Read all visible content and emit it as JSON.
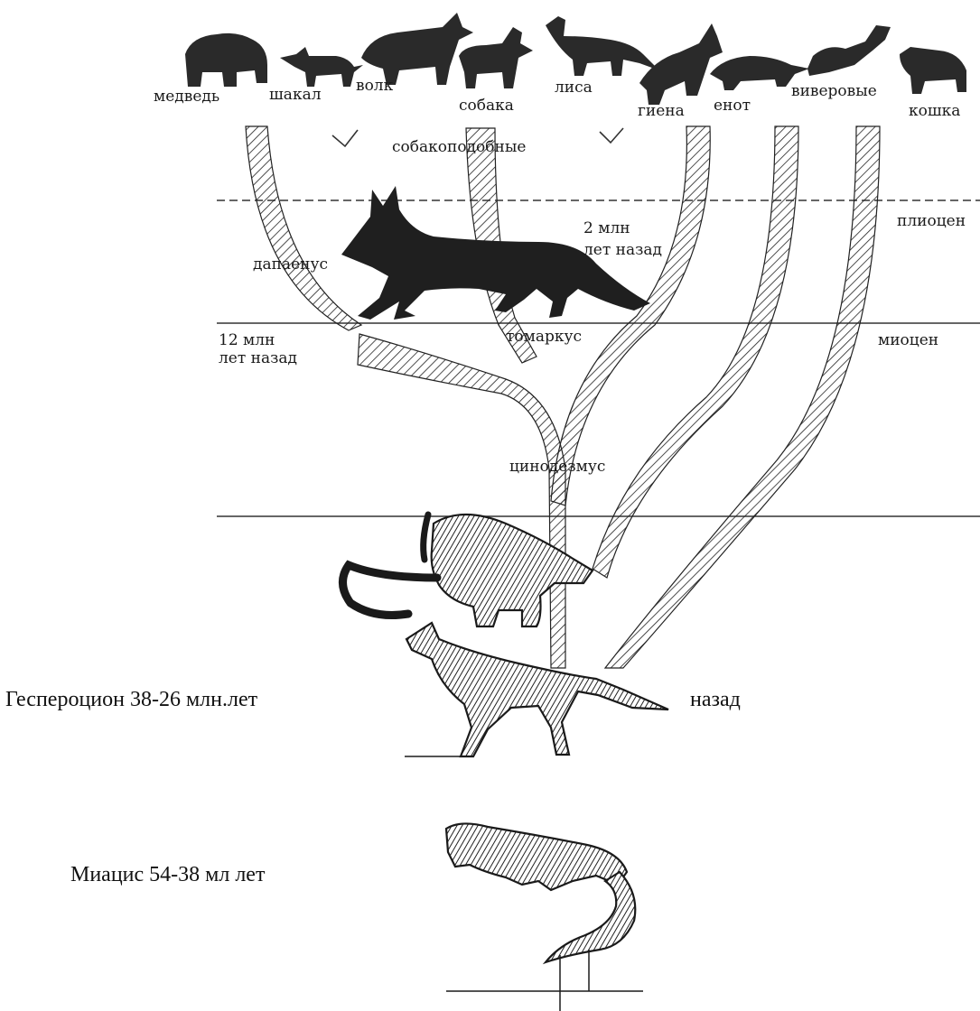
{
  "animals": {
    "bear": "медведь",
    "jackal": "шакал",
    "wolf": "волк",
    "dog": "собака",
    "fox": "лиса",
    "hyena": "гиена",
    "raccoon": "енот",
    "viverrids": "виверовые",
    "cat": "кошка"
  },
  "groups": {
    "caniforms": "собакоподобные"
  },
  "epochs": {
    "pliocene": "плиоцен",
    "miocene": "миоцен"
  },
  "taxa": {
    "daphoenus": "дапаенус",
    "tomarctus": "томаркус",
    "cynodesmus": "цинодезмус"
  },
  "time_marks": {
    "two_mya_line1": "2 млн",
    "two_mya_line2": "лет назад",
    "twelve_mya_line1": "12 млн",
    "twelve_mya_line2": "лет назад"
  },
  "ancestors": {
    "hesperocyon_label": "Гесперοцион 38-26 млн.лет",
    "hesperocyon_suffix": "назад",
    "miacis_label": "Миацис 54-38 мл лет"
  },
  "colors": {
    "ink": "#1a1a1a",
    "paper": "#ffffff"
  }
}
